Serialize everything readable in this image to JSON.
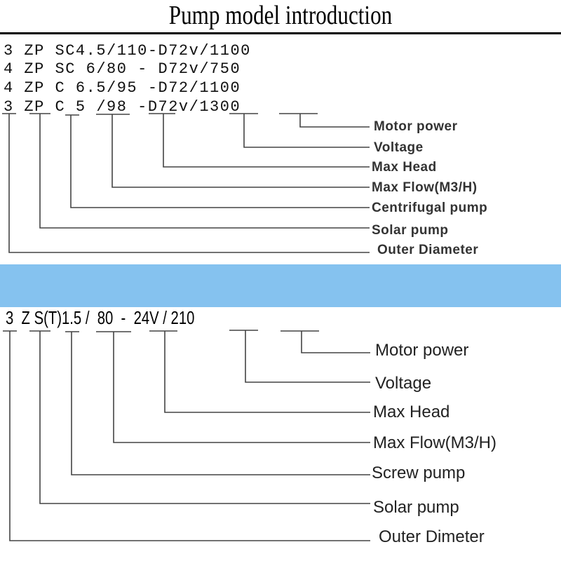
{
  "title": "Pump model introduction",
  "section1": {
    "model_codes": [
      "3 ZP SC4.5/110-D72v/1100",
      "4 ZP SC 6/80 - D72v/750",
      "4 ZP C 6.5/95 -D72/1100",
      "3 ZP C 5 /98 -D72v/1300"
    ],
    "labels": [
      "Motor power",
      "Voltage",
      "Max Head",
      "Max Flow(M3/H)",
      "Centrifugal pump",
      "Solar pump",
      "Outer Diameter"
    ]
  },
  "section2": {
    "model_code": "3  Z S(T)1.5 /  80  -  24V / 210",
    "labels": [
      "Motor power",
      "Voltage",
      "Max Head",
      "Max Flow(M3/H)",
      "Screw pump",
      "Solar pump",
      "Outer Dimeter"
    ]
  },
  "colors": {
    "band": "#85c2ef",
    "text": "#000000",
    "lines": "#444444"
  }
}
